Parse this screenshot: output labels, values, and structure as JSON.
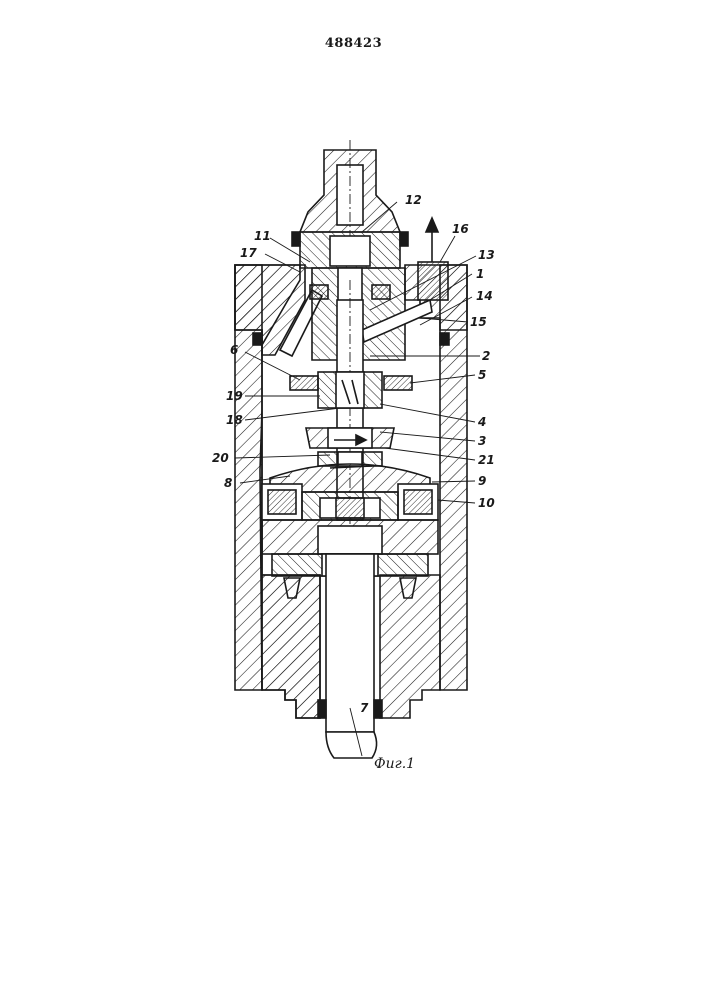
{
  "document": {
    "page_number": "488423",
    "figure_caption": "Фиг.1"
  },
  "callouts": [
    "1",
    "2",
    "3",
    "4",
    "5",
    "6",
    "7",
    "8",
    "9",
    "10",
    "11",
    "12",
    "13",
    "14",
    "15",
    "16",
    "17",
    "18",
    "19",
    "20",
    "21"
  ],
  "colors": {
    "ink": "#1a1a1a",
    "paper": "#ffffff"
  }
}
